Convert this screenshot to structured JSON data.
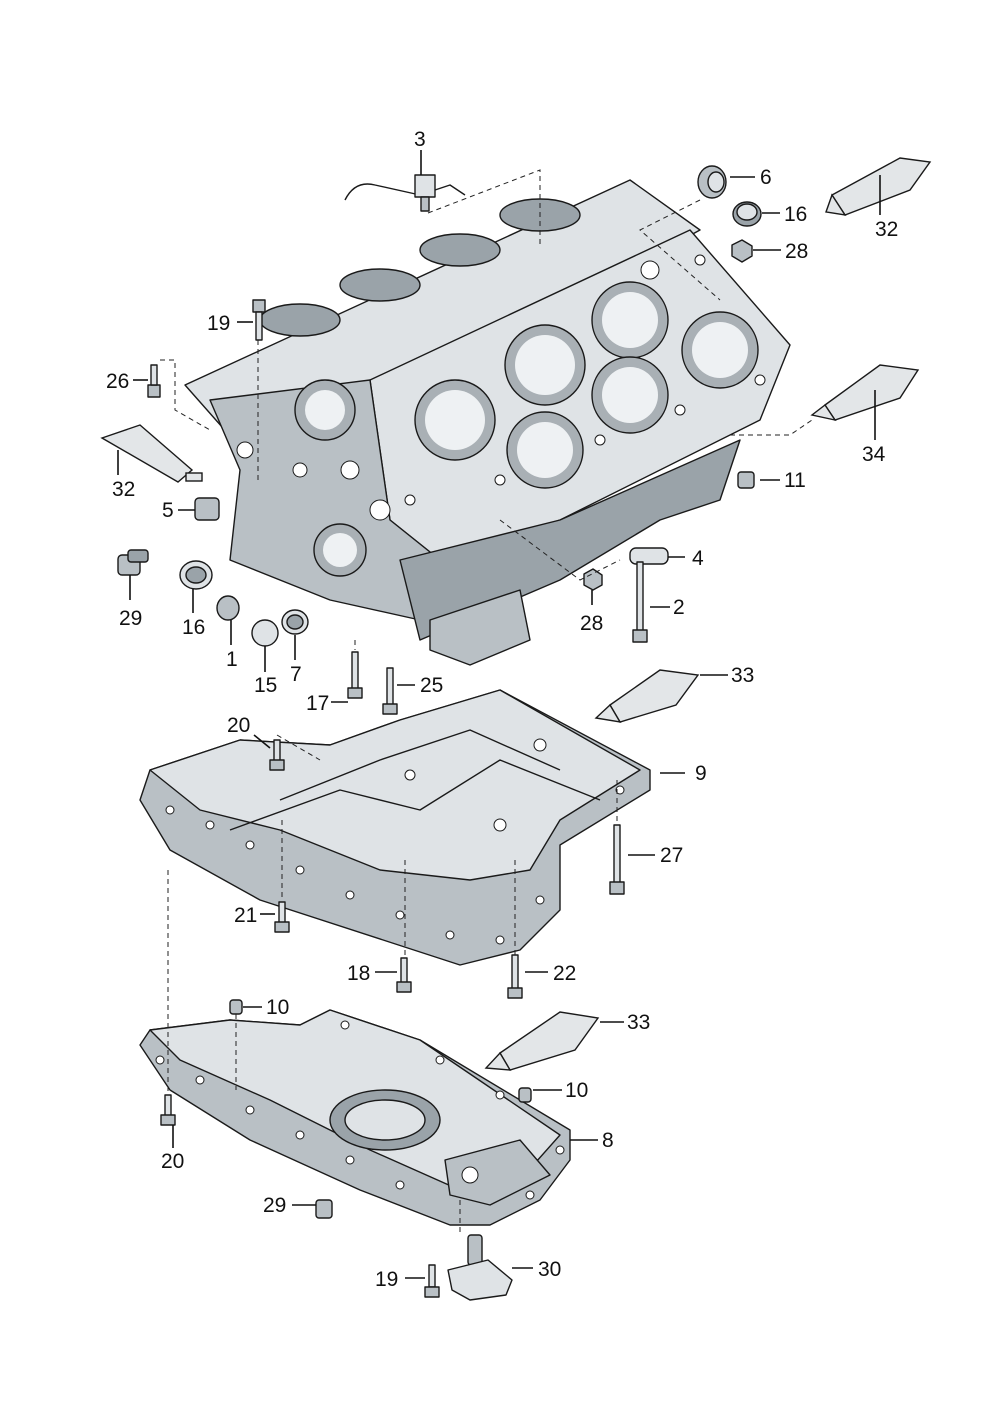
{
  "callouts": [
    {
      "id": "c3",
      "text": "3"
    },
    {
      "id": "c6",
      "text": "6"
    },
    {
      "id": "c16a",
      "text": "16"
    },
    {
      "id": "c28a",
      "text": "28"
    },
    {
      "id": "c32a",
      "text": "32"
    },
    {
      "id": "c19a",
      "text": "19"
    },
    {
      "id": "c26",
      "text": "26"
    },
    {
      "id": "c32b",
      "text": "32"
    },
    {
      "id": "c34",
      "text": "34"
    },
    {
      "id": "c11",
      "text": "11"
    },
    {
      "id": "c5",
      "text": "5"
    },
    {
      "id": "c4",
      "text": "4"
    },
    {
      "id": "c29a",
      "text": "29"
    },
    {
      "id": "c16b",
      "text": "16"
    },
    {
      "id": "c2",
      "text": "2"
    },
    {
      "id": "c28b",
      "text": "28"
    },
    {
      "id": "c1",
      "text": "1"
    },
    {
      "id": "c15",
      "text": "15"
    },
    {
      "id": "c7",
      "text": "7"
    },
    {
      "id": "c33a",
      "text": "33"
    },
    {
      "id": "c17",
      "text": "17"
    },
    {
      "id": "c25",
      "text": "25"
    },
    {
      "id": "c20a",
      "text": "20"
    },
    {
      "id": "c9",
      "text": "9"
    },
    {
      "id": "c27",
      "text": "27"
    },
    {
      "id": "c21",
      "text": "21"
    },
    {
      "id": "c18",
      "text": "18"
    },
    {
      "id": "c22",
      "text": "22"
    },
    {
      "id": "c10a",
      "text": "10"
    },
    {
      "id": "c33b",
      "text": "33"
    },
    {
      "id": "c10b",
      "text": "10"
    },
    {
      "id": "c8",
      "text": "8"
    },
    {
      "id": "c20b",
      "text": "20"
    },
    {
      "id": "c29b",
      "text": "29"
    },
    {
      "id": "c19b",
      "text": "19"
    },
    {
      "id": "c30",
      "text": "30"
    }
  ]
}
